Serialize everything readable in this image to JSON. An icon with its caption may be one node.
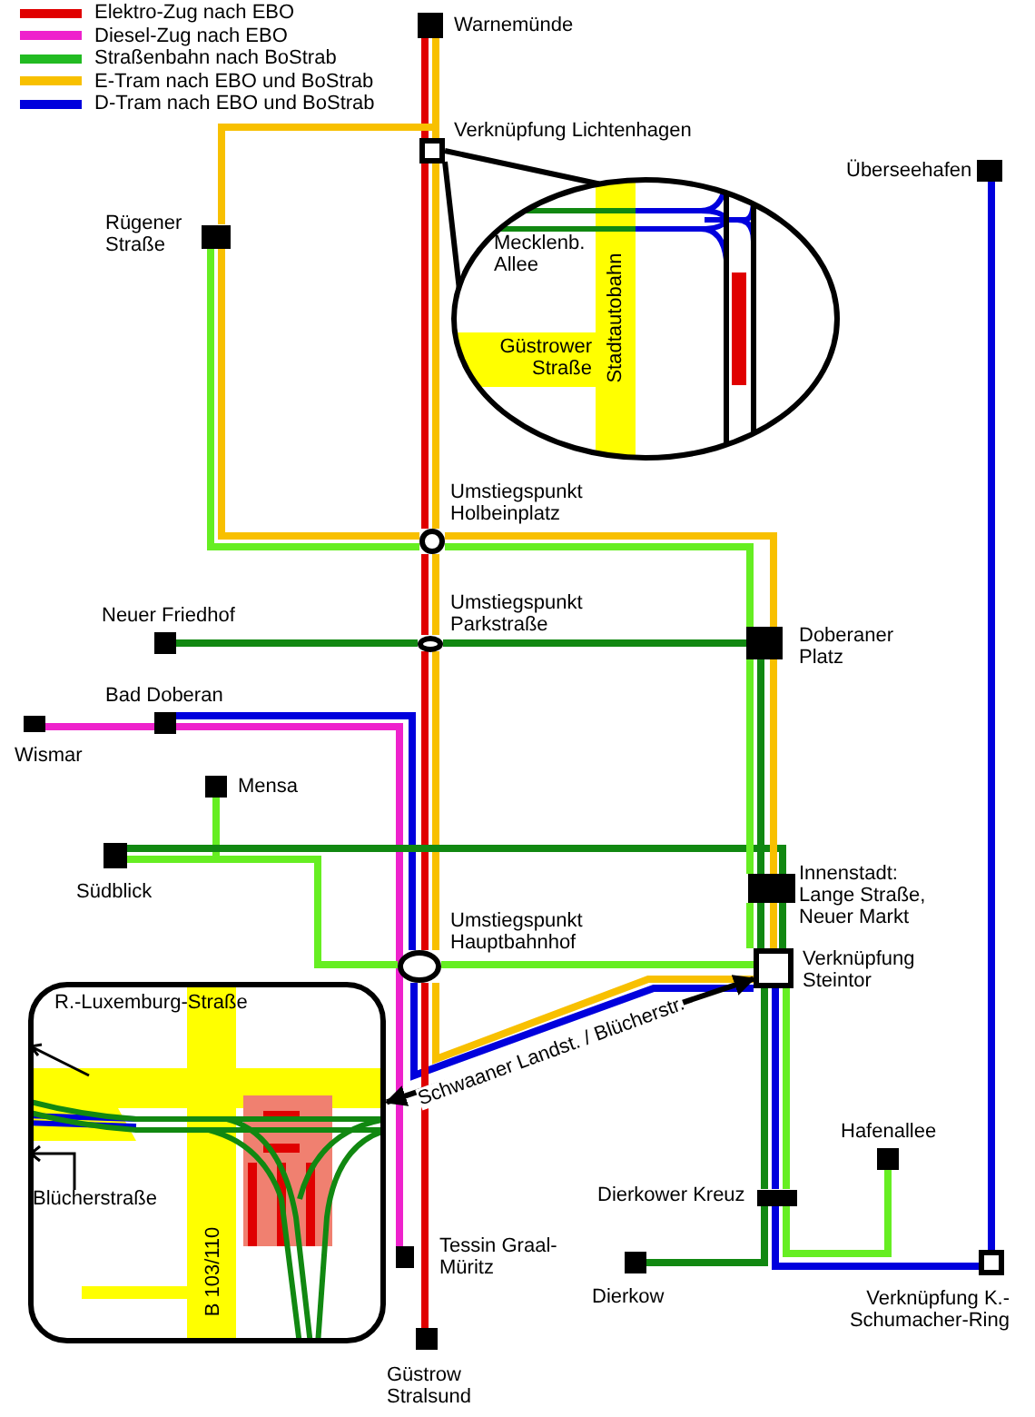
{
  "diagram": {
    "nodes": [
      {
        "text": [
          "Warnemünde"
        ]
      },
      {
        "text": [
          "Verknüpfung Lichtenhagen"
        ]
      },
      {
        "text": [
          "Rügener Straße"
        ]
      },
      {
        "text": [
          "Überseehafen"
        ]
      },
      {
        "text": [
          "Umstiegspunkt Holbeinplatz"
        ]
      },
      {
        "text": [
          "Umstiegspunkt Parkstraße"
        ]
      },
      {
        "text": [
          "Neuer Friedhof"
        ]
      },
      {
        "text": [
          "Doberaner Platz"
        ]
      },
      {
        "text": [
          "Bad Doberan"
        ]
      },
      {
        "text": [
          "Wismar"
        ]
      },
      {
        "text": [
          "Mensa"
        ]
      },
      {
        "text": [
          "Südblick"
        ]
      },
      {
        "text": [
          "Innenstadt: Lange Straße, Neuer Markt"
        ]
      },
      {
        "text": [
          "Umstiegspunkt Hauptbahnhof"
        ]
      },
      {
        "text": [
          "Verknüpfung Steintor"
        ]
      },
      {
        "text": [
          "Tessin Graal-Müritz"
        ]
      },
      {
        "text": [
          "Güstrow Stralsund"
        ]
      },
      {
        "text": [
          "Dierkower Kreuz"
        ]
      },
      {
        "text": [
          "Hafenallee"
        ]
      },
      {
        "text": [
          "Dierkow"
        ]
      },
      {
        "text": [
          "Verknüpfung K.-Schumacher-Ring"
        ]
      },
      {
        "text": [
          "Mecklenb. Allee",
          "Güstrower Straße",
          "Stadtautobahn"
        ]
      },
      {
        "text": [
          "R.-Luxemburg-Straße",
          "Blücherstraße",
          "B 103/110"
        ]
      }
    ],
    "edges": [
      {
        "from": 0,
        "to": 1,
        "arrow": "none",
        "color": "#e00000"
      },
      {
        "from": 0,
        "to": 1,
        "arrow": "none",
        "color": "#f8c000"
      },
      {
        "from": 1,
        "to": 4,
        "arrow": "none",
        "color": "#e00000"
      },
      {
        "from": 1,
        "to": 4,
        "arrow": "none",
        "color": "#f8c000"
      },
      {
        "from": 1,
        "to": 2,
        "arrow": "none",
        "color": "#f8c000"
      },
      {
        "from": 2,
        "to": 4,
        "arrow": "none",
        "color": "#f8c000"
      },
      {
        "from": 2,
        "to": 4,
        "arrow": "none",
        "color": "#66ee22"
      },
      {
        "from": 4,
        "to": 5,
        "arrow": "none",
        "color": "#e00000"
      },
      {
        "from": 4,
        "to": 5,
        "arrow": "none",
        "color": "#f8c000"
      },
      {
        "from": 4,
        "to": 7,
        "arrow": "none",
        "color": "#f8c000"
      },
      {
        "from": 4,
        "to": 7,
        "arrow": "none",
        "color": "#66ee22"
      },
      {
        "from": 6,
        "to": 5,
        "arrow": "none",
        "color": "#118811"
      },
      {
        "from": 5,
        "to": 7,
        "arrow": "none",
        "color": "#118811"
      },
      {
        "from": 5,
        "to": 13,
        "arrow": "none",
        "color": "#e00000"
      },
      {
        "from": 5,
        "to": 13,
        "arrow": "none",
        "color": "#f8c000"
      },
      {
        "from": 9,
        "to": 8,
        "arrow": "none",
        "color": "#ee22cc"
      },
      {
        "from": 8,
        "to": 15,
        "arrow": "none",
        "color": "#ee22cc"
      },
      {
        "from": 8,
        "to": 13,
        "arrow": "none",
        "color": "#0000dd"
      },
      {
        "from": 10,
        "to": 11,
        "arrow": "none",
        "color": "#66ee22"
      },
      {
        "from": 11,
        "to": 12,
        "arrow": "none",
        "color": "#118811"
      },
      {
        "from": 11,
        "to": 13,
        "arrow": "none",
        "color": "#66ee22"
      },
      {
        "from": 7,
        "to": 12,
        "arrow": "none",
        "color": "#66ee22"
      },
      {
        "from": 7,
        "to": 12,
        "arrow": "none",
        "color": "#118811"
      },
      {
        "from": 7,
        "to": 12,
        "arrow": "none",
        "color": "#f8c000"
      },
      {
        "from": 12,
        "to": 14,
        "arrow": "none",
        "color": "#66ee22"
      },
      {
        "from": 12,
        "to": 14,
        "arrow": "none",
        "color": "#118811"
      },
      {
        "from": 12,
        "to": 14,
        "arrow": "none",
        "color": "#f8c000"
      },
      {
        "from": 12,
        "to": 14,
        "arrow": "none",
        "color": "#118811"
      },
      {
        "from": 13,
        "to": 14,
        "arrow": "none",
        "color": "#66ee22"
      },
      {
        "from": 13,
        "to": 14,
        "arrow": "none",
        "color": "#f8c000"
      },
      {
        "from": 13,
        "to": 14,
        "arrow": "none",
        "color": "#0000dd",
        "label": "Schwaaner Landst. / Blücherstr."
      },
      {
        "from": 13,
        "to": 16,
        "arrow": "none",
        "color": "#e00000"
      },
      {
        "from": 14,
        "to": 17,
        "arrow": "none",
        "color": "#118811"
      },
      {
        "from": 14,
        "to": 17,
        "arrow": "none",
        "color": "#0000dd"
      },
      {
        "from": 14,
        "to": 17,
        "arrow": "none",
        "color": "#66ee22"
      },
      {
        "from": 17,
        "to": 19,
        "arrow": "none",
        "color": "#118811"
      },
      {
        "from": 17,
        "to": 18,
        "arrow": "none",
        "color": "#66ee22"
      },
      {
        "from": 17,
        "to": 20,
        "arrow": "none",
        "color": "#0000dd"
      },
      {
        "from": 20,
        "to": 3,
        "arrow": "none",
        "color": "#0000dd"
      },
      {
        "from": 1,
        "to": 21,
        "arrow": "none",
        "color": "#000000"
      },
      {
        "from": 14,
        "to": 22,
        "arrow": "both",
        "color": "#000000"
      }
    ],
    "legend": [
      {
        "text": "Elektro-Zug nach EBO",
        "color": "#e00000"
      },
      {
        "text": "Diesel-Zug nach EBO",
        "color": "#ee22cc"
      },
      {
        "text": "Straßenbahn nach BoStrab",
        "color": "#22bb22"
      },
      {
        "text": "E-Tram nach EBO und BoStrab",
        "color": "#f8c000"
      },
      {
        "text": "D-Tram nach EBO und BoStrab",
        "color": "#0000dd"
      }
    ]
  }
}
